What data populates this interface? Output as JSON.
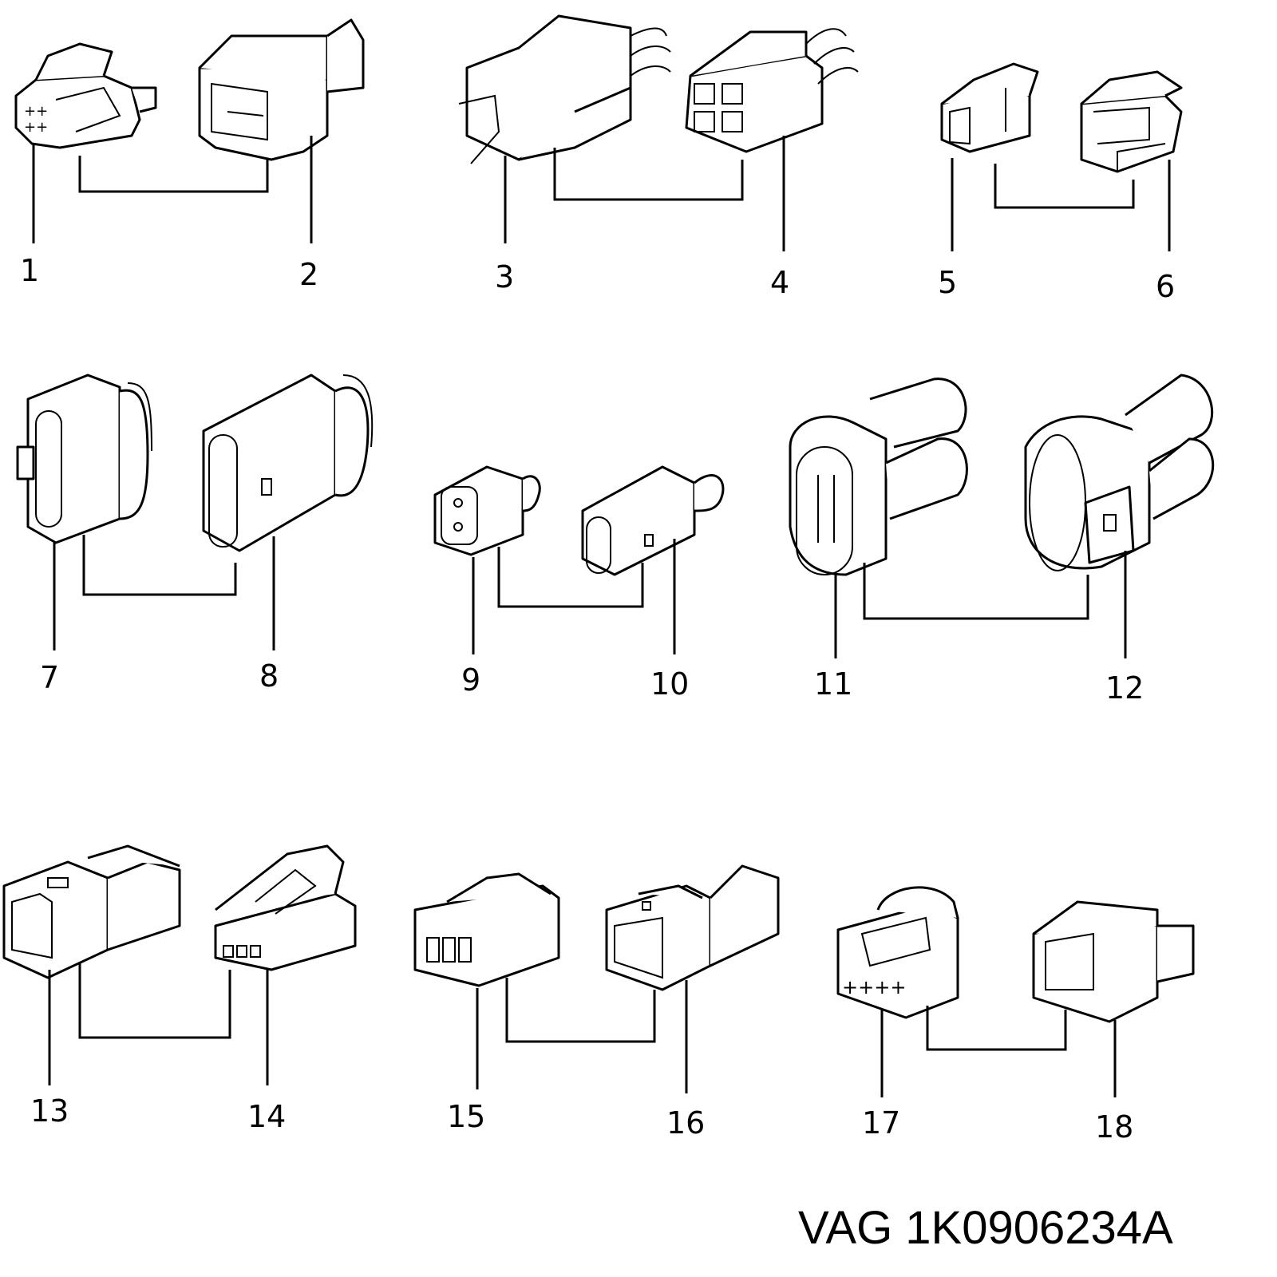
{
  "parts": [
    {
      "id": "part-1",
      "label": "1"
    },
    {
      "id": "part-2",
      "label": "2"
    },
    {
      "id": "part-3",
      "label": "3"
    },
    {
      "id": "part-4",
      "label": "4"
    },
    {
      "id": "part-5",
      "label": "5"
    },
    {
      "id": "part-6",
      "label": "6"
    },
    {
      "id": "part-7",
      "label": "7"
    },
    {
      "id": "part-8",
      "label": "8"
    },
    {
      "id": "part-9",
      "label": "9"
    },
    {
      "id": "part-10",
      "label": "10"
    },
    {
      "id": "part-11",
      "label": "11"
    },
    {
      "id": "part-12",
      "label": "12"
    },
    {
      "id": "part-13",
      "label": "13"
    },
    {
      "id": "part-14",
      "label": "14"
    },
    {
      "id": "part-15",
      "label": "15"
    },
    {
      "id": "part-16",
      "label": "16"
    },
    {
      "id": "part-17",
      "label": "17"
    },
    {
      "id": "part-18",
      "label": "18"
    }
  ],
  "part_code": "VAG 1K0906234A"
}
